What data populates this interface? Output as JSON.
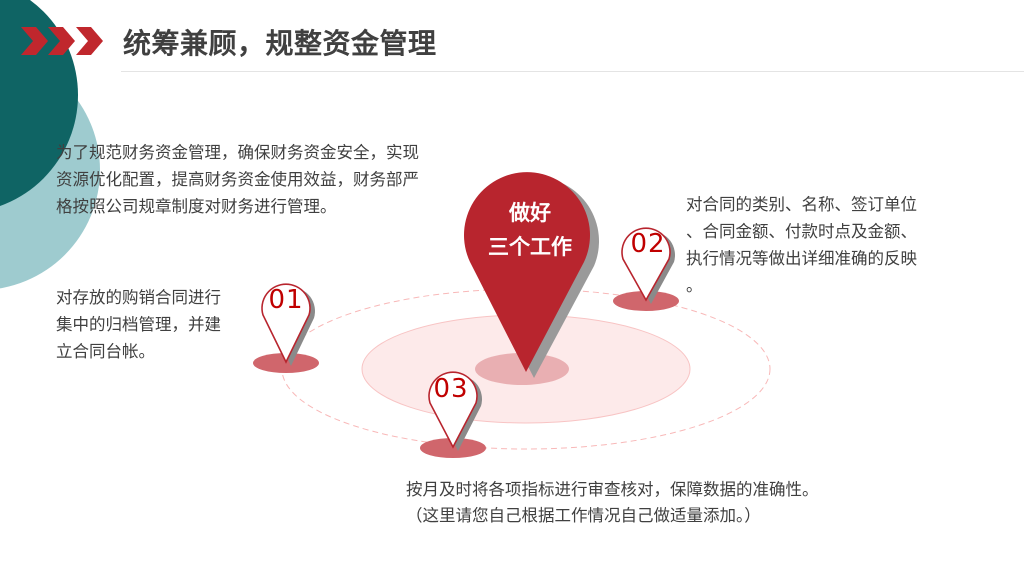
{
  "header": {
    "title": "统筹兼顾，规整资金管理",
    "chevron_icon": "triple-chevron-right",
    "accent_color": "#c0272d"
  },
  "intro": {
    "lines": [
      "为了规范财务资金管理，确保财务资金安全，实现",
      "资源优化配置，提高财务资金使用效益，财务部严",
      "格按照公司规章制度对财务进行管理。"
    ]
  },
  "center": {
    "lines": [
      "做好",
      "三个工作"
    ],
    "pin_color": "#b8252e"
  },
  "items": [
    {
      "number": "01",
      "lines": [
        "对存放的购销合同进行",
        "集中的归档管理，并建",
        "立合同台帐。"
      ]
    },
    {
      "number": "02",
      "lines": [
        "对合同的类别、名称、签订单位",
        "、合同金额、付款时点及金额、",
        "执行情况等做出详细准确的反映",
        "。"
      ]
    },
    {
      "number": "03",
      "lines": [
        "按月及时将各项指标进行审查核对，保障数据的准确性。",
        "（这里请您自己根据工作情况自己做适量添加。）"
      ]
    }
  ],
  "colors": {
    "teal_dark": "#0f6464",
    "teal_light": "#9ecbcf",
    "red": "#b8252e",
    "pin_base": "#d0666c",
    "ring_fill": "#fde8e8",
    "ring_stroke": "#f5b5b5"
  }
}
